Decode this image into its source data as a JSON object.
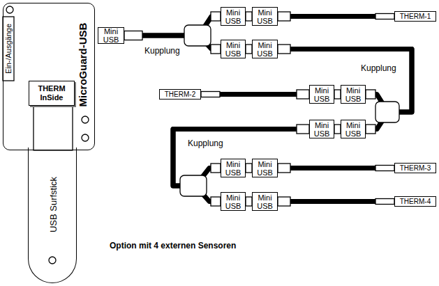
{
  "diagram": {
    "caption": "Option mit 4 externen Sensoren",
    "nodes": [
      {
        "text": [
          "MicroGuard-USB"
        ]
      },
      {
        "text": [
          "THERM InSide"
        ],
        "in": 0
      },
      {
        "text": [
          "USB Surfstick"
        ]
      },
      {
        "text": [
          "Mini USB"
        ]
      },
      {
        "text": [
          "Mini USB"
        ]
      },
      {
        "text": [
          "Mini USB"
        ]
      },
      {
        "text": [
          "Mini USB"
        ]
      },
      {
        "text": [
          "Mini USB"
        ]
      },
      {
        "text": [
          "THERM-1"
        ]
      },
      {
        "text": [
          "THERM-2"
        ]
      },
      {
        "text": [
          "Mini USB"
        ]
      },
      {
        "text": [
          "Mini USB"
        ]
      },
      {
        "text": [
          "Mini USB"
        ]
      },
      {
        "text": [
          "Mini USB"
        ]
      },
      {
        "text": [
          "Mini USB"
        ]
      },
      {
        "text": [
          "Mini USB"
        ]
      },
      {
        "text": [
          "THERM-3"
        ]
      },
      {
        "text": [
          "Mini USB"
        ]
      },
      {
        "text": [
          "Mini USB"
        ]
      },
      {
        "text": [
          "THERM-4"
        ]
      }
    ],
    "edges": [
      {
        "from": 3,
        "to": 4,
        "arrow": "none"
      },
      {
        "from": 3,
        "to": 6,
        "arrow": "none"
      },
      {
        "from": 5,
        "to": 8,
        "arrow": "none"
      },
      {
        "from": 7,
        "to": 11,
        "arrow": "none"
      },
      {
        "from": 7,
        "to": 13,
        "arrow": "none"
      },
      {
        "from": 10,
        "to": 9,
        "arrow": "none"
      },
      {
        "from": 12,
        "to": 14,
        "arrow": "none"
      },
      {
        "from": 12,
        "to": 17,
        "arrow": "none"
      },
      {
        "from": 15,
        "to": 16,
        "arrow": "none"
      },
      {
        "from": 18,
        "to": 19,
        "arrow": "none"
      }
    ],
    "labels": [
      "Ein-/Ausgänge",
      "Kupplung",
      "Kupplung",
      "Kupplung"
    ]
  }
}
